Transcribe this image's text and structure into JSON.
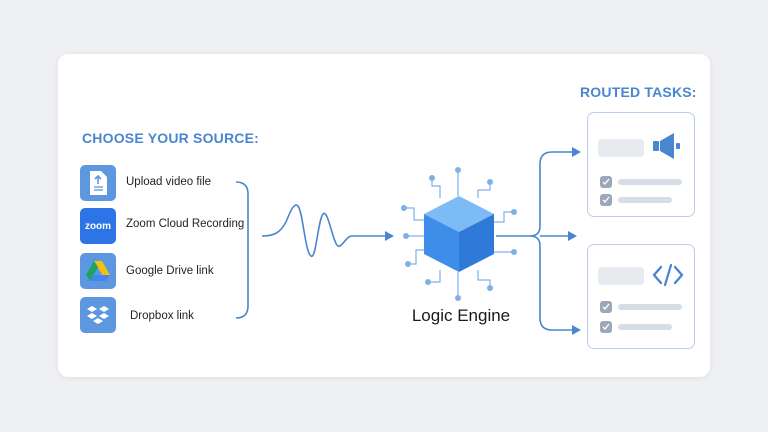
{
  "sources_heading": "CHOOSE YOUR SOURCE:",
  "sources": [
    {
      "label": "Upload video file",
      "icon": "upload-file-icon"
    },
    {
      "label": "Zoom Cloud Recording",
      "icon": "zoom-logo-icon",
      "icon_text": "zoom"
    },
    {
      "label": "Google Drive link",
      "icon": "google-drive-icon"
    },
    {
      "label": "Dropbox link",
      "icon": "dropbox-icon"
    }
  ],
  "engine": {
    "title": "Logic Engine",
    "icon": "cube-icon"
  },
  "tasks_heading": "ROUTED TASKS:",
  "tasks": [
    {
      "icon": "megaphone-icon"
    },
    {
      "icon": "code-brackets-icon"
    }
  ],
  "colors": {
    "accent": "#4a86cf",
    "icon_bg": "#5d97df",
    "cube": "#4c9cf0",
    "line": "#4a86cf"
  }
}
